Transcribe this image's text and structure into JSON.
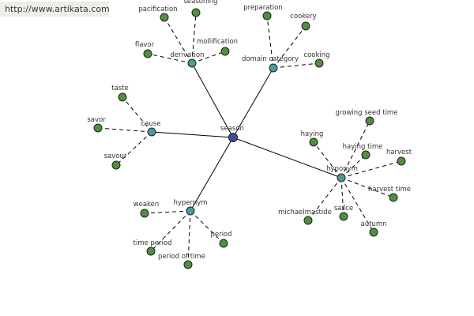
{
  "header": {
    "url": "http://www.artikata.com"
  },
  "colors": {
    "root": "#3b4f9a",
    "relation": "#4d9a99",
    "leaf": "#4f8f3f",
    "edge": "#000000"
  },
  "graph": {
    "root": "season",
    "relations": [
      {
        "label": "derivation",
        "words": [
          "pacification",
          "seasoning",
          "flavor",
          "mollification"
        ]
      },
      {
        "label": "domain category",
        "words": [
          "preparation",
          "cookery",
          "cooking"
        ]
      },
      {
        "label": "cause",
        "words": [
          "taste",
          "savor",
          "savour"
        ]
      },
      {
        "label": "hyponym",
        "words": [
          "growing seed time",
          "haying",
          "haying time",
          "harvest",
          "harvest time",
          "michaelmastide",
          "sailce",
          "autumn"
        ]
      },
      {
        "label": "hypernym",
        "words": [
          "weaken",
          "time period",
          "period of time",
          "period"
        ]
      }
    ]
  }
}
